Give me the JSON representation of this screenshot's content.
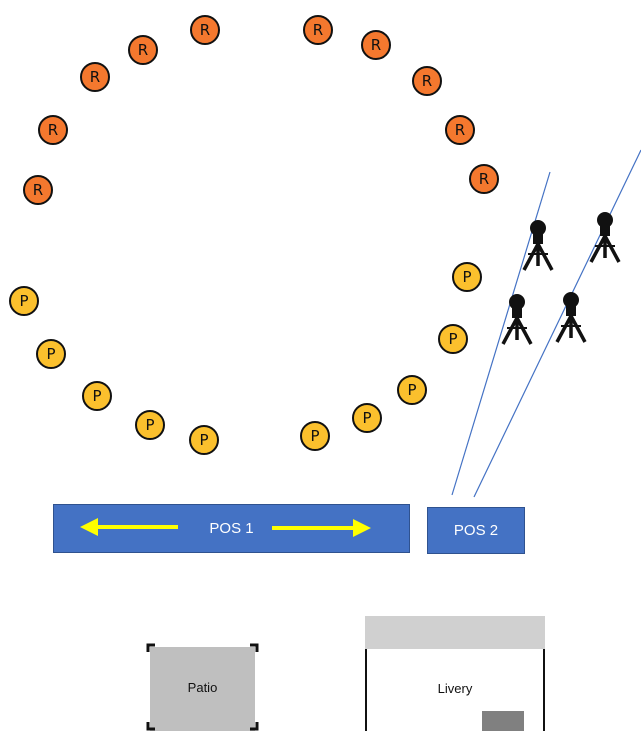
{
  "circles": {
    "r_label": "R",
    "p_label": "P",
    "r_color": "#f4782e",
    "p_color": "#fbc02d"
  },
  "positions": {
    "pos1": "POS 1",
    "pos2": "POS 2",
    "box_color": "#4472c4",
    "arrow_color": "#ffff00"
  },
  "buildings": {
    "patio": "Patio",
    "livery": "Livery"
  },
  "icons": {
    "camera": "camera-tripod-icon"
  }
}
